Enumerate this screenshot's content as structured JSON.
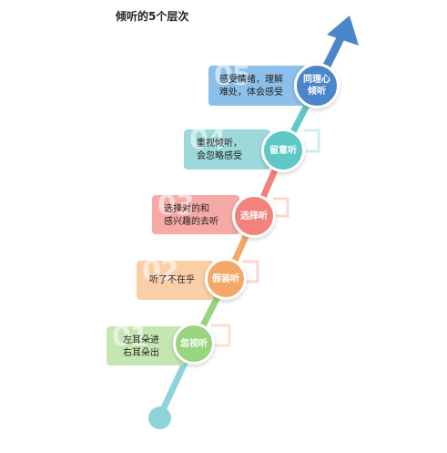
{
  "title": "倾听的5个层次",
  "colors": {
    "level1": "#99d47e",
    "level2": "#f3a867",
    "level3": "#f2837a",
    "level4": "#5ec8c4",
    "level5": "#4a86c9",
    "card1": "#c6e6b1",
    "card2": "#fbcfa6",
    "card3": "#f6aaa6",
    "card4": "#9bd9da",
    "card5": "#8cc0ea",
    "start": "#8fd3da"
  },
  "levels": [
    {
      "num": "01",
      "name": "忽视听",
      "desc": "左耳朵进\n右耳朵出"
    },
    {
      "num": "02",
      "name": "假装听",
      "desc": "听了不在乎"
    },
    {
      "num": "03",
      "name": "选择听",
      "desc": "选择对的和\n感兴趣的去听"
    },
    {
      "num": "04",
      "name": "留意听",
      "desc": "重视倾听，\n会忽略感受"
    },
    {
      "num": "05",
      "name": "同理心\n倾听",
      "desc": "感受情绪，理解\n难处，体会感受"
    }
  ]
}
